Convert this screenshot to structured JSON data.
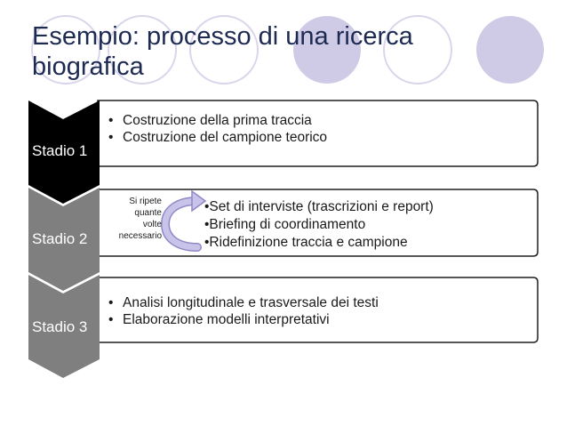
{
  "title": {
    "line1": "Esempio: processo di una ricerca",
    "line2": "biografica"
  },
  "stages": [
    {
      "label": "Stadio 1",
      "items": [
        "Costruzione della prima traccia",
        "Costruzione del campione teorico"
      ]
    },
    {
      "label": "Stadio 2",
      "note_lines": [
        "Si ripete",
        "quante",
        "volte",
        "necessario"
      ],
      "items": [
        "•Set di interviste (trascrizioni e report)",
        "•Briefing di coordinamento",
        "•Ridefinizione traccia e campione"
      ]
    },
    {
      "label": "Stadio 3",
      "items": [
        "Analisi longitudinale e trasversale dei testi",
        "Elaborazione modelli interpretativi"
      ]
    }
  ],
  "colors": {
    "title": "#1d2a52",
    "stage1": "#000000",
    "stage2": "#7f7f7f",
    "stage3": "#7f7f7f",
    "decor_circle": "#cfcbe6",
    "box_border": "#1f1f1f",
    "cycle_arrow": "#a8a2d4"
  },
  "icons": [
    "cycle-arrow-icon"
  ]
}
